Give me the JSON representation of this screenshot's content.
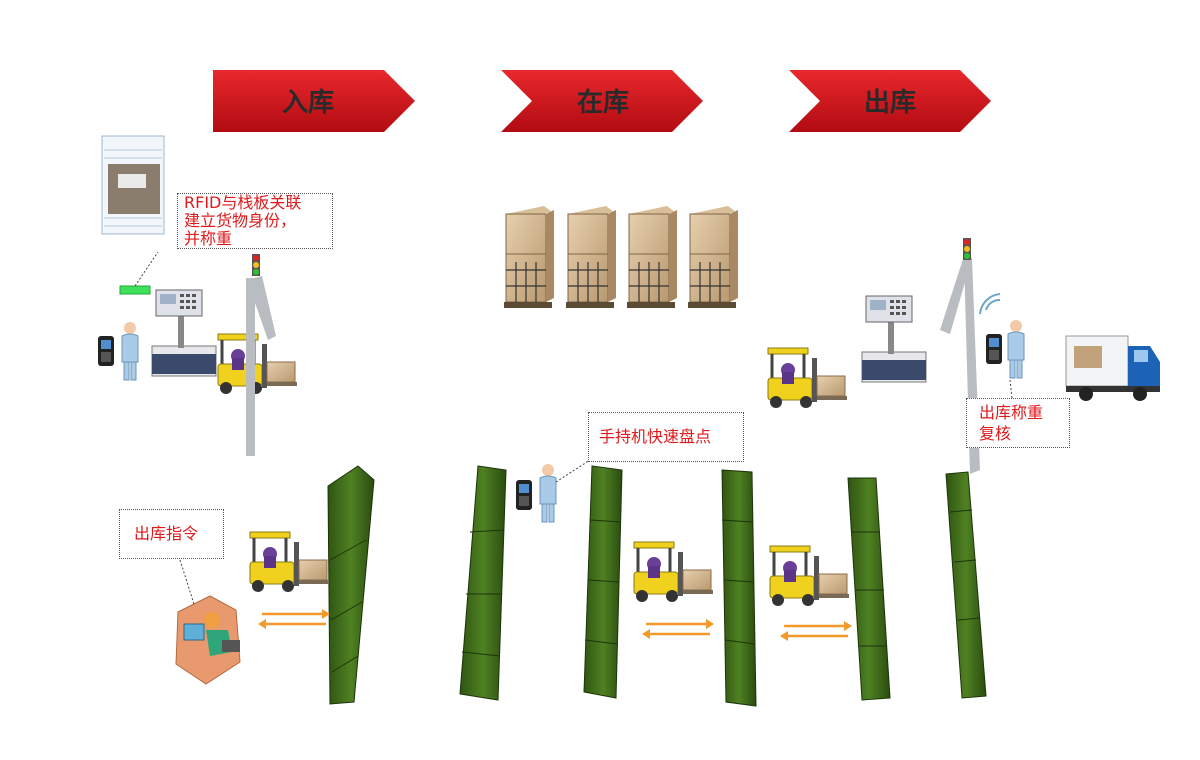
{
  "stages": [
    "入库",
    "在库",
    "出库"
  ],
  "labels": {
    "rfid": "RFID与栈板关联\n建立货物身份，\n并称重",
    "inventory": "手持机快速盘点",
    "outbound_instruction": "出库指令",
    "outbound_weigh": "出库称重\n复核"
  },
  "colors": {
    "stage_arrow": "#d6141b",
    "label_text": "#e0191b",
    "rack": "#3f6b1a",
    "forklift": "#f0d21e",
    "flow_arrow": "#f39a2a"
  }
}
